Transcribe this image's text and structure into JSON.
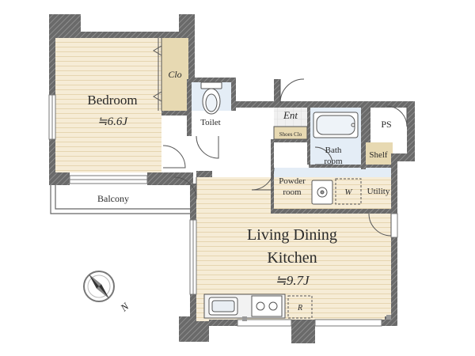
{
  "rooms": {
    "bedroom": {
      "name": "Bedroom",
      "size": "≒6.6J"
    },
    "closet": {
      "name": "Clo"
    },
    "toilet": {
      "name": "Toilet"
    },
    "entrance": {
      "name": "Ent"
    },
    "shoes_closet": {
      "name": "Shoes Clo"
    },
    "bath": {
      "name_line1": "Bath",
      "name_line2": "room"
    },
    "ps": {
      "name": "PS"
    },
    "shelf": {
      "name": "Shelf"
    },
    "powder": {
      "name_line1": "Powder",
      "name_line2": "room"
    },
    "washer": {
      "name": "W"
    },
    "utility": {
      "name": "Utility"
    },
    "balcony": {
      "name": "Balcony"
    },
    "ldk": {
      "name_line1": "Living Dining",
      "name_line2": "Kitchen",
      "size": "≒9.7J"
    },
    "refrigerator": {
      "name": "R"
    }
  },
  "compass": {
    "label": "N"
  },
  "colors": {
    "wall": "#666666",
    "wall_hatch": "#8a8a8a",
    "floor_wood": "#f6ecd6",
    "floor_wood_line": "#e6d5b0",
    "closet": "#e7d9b2",
    "wet_area": "#e4edf6",
    "tile": "#eeeeee",
    "balcony": "#ffffff"
  }
}
